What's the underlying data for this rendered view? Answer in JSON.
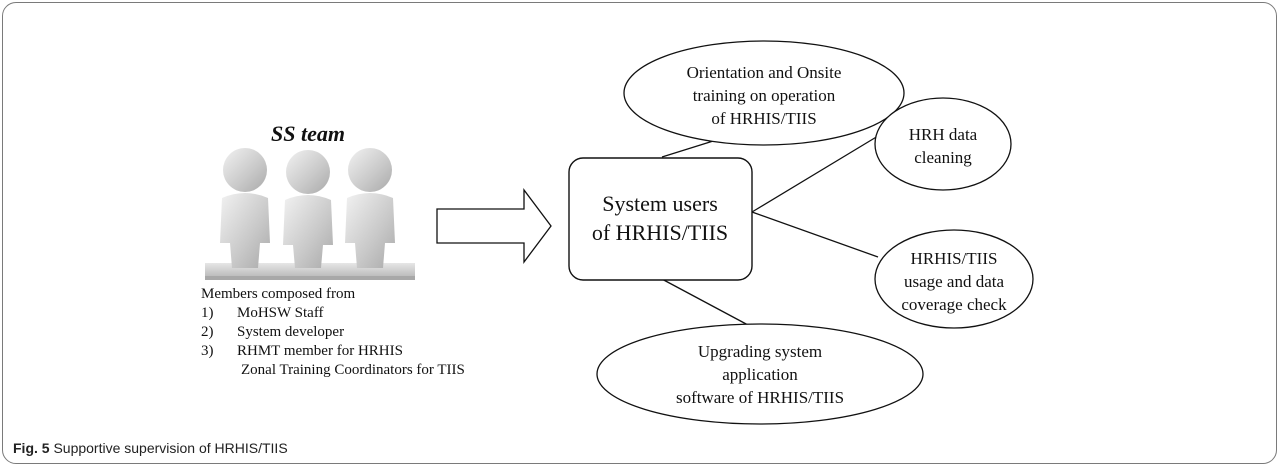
{
  "team": {
    "title": "SS team",
    "members_heading": "Members composed from",
    "members": [
      {
        "num": "1)",
        "text": "MoHSW Staff"
      },
      {
        "num": "2)",
        "text": "System developer"
      },
      {
        "num": "3)",
        "text": "RHMT member for HRHIS"
      }
    ],
    "members_extra": "Zonal Training Coordinators for TIIS"
  },
  "center": {
    "lines": [
      "System users",
      "of HRHIS/TIIS"
    ]
  },
  "activities": {
    "orientation": [
      "Orientation and Onsite",
      "training on operation",
      "of HRHIS/TIIS"
    ],
    "cleaning": [
      "HRH data",
      "cleaning"
    ],
    "usage": [
      "HRHIS/TIIS",
      "usage and data",
      "coverage check"
    ],
    "upgrading": [
      "Upgrading system",
      "application",
      "software of HRHIS/TIIS"
    ]
  },
  "caption": {
    "label": "Fig. 5",
    "text": " Supportive supervision of HRHIS/TIIS"
  },
  "colors": {
    "stroke": "#111111",
    "figure_gray": "#c9c9c9",
    "platform": "#d8d8d8"
  }
}
